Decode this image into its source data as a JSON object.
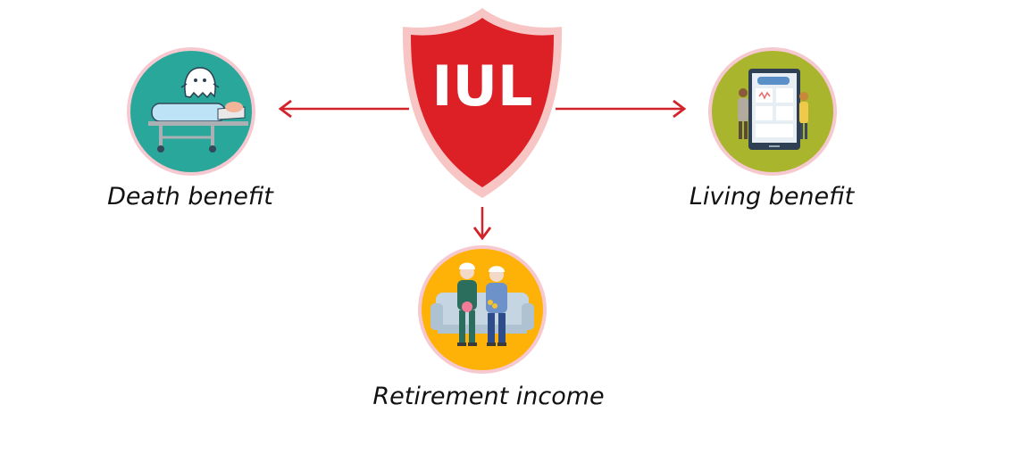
{
  "center": {
    "label": "IUL"
  },
  "benefits": {
    "death": {
      "label": "Death benefit",
      "illustration": "ghost-stretcher-icon"
    },
    "living": {
      "label": "Living benefit",
      "illustration": "health-app-phone-icon"
    },
    "retirement": {
      "label": "Retirement income",
      "illustration": "elderly-couple-couch-icon"
    }
  },
  "colors": {
    "shield_red": "#dd1f26",
    "shield_border": "#f7c5c4",
    "arrow_red": "#d2232a",
    "circle_border": "#f6c8cf",
    "death_bg": "#2aa79b",
    "living_bg": "#a9b52c",
    "retirement_bg": "#feb207"
  }
}
